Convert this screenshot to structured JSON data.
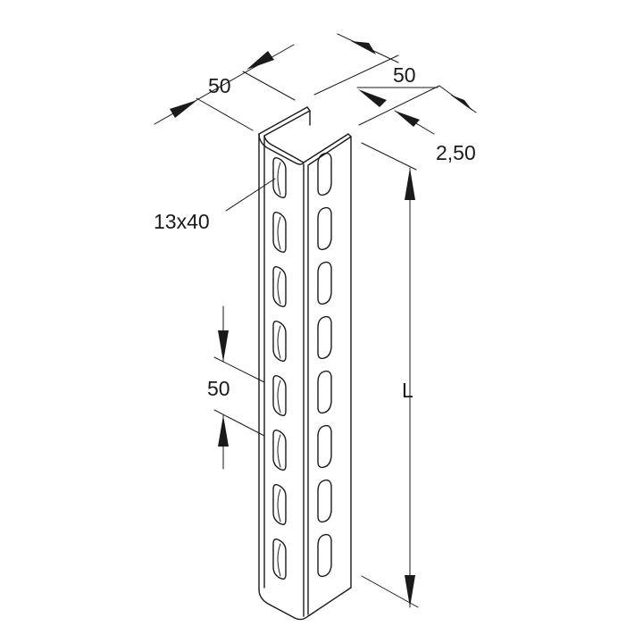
{
  "drawing": {
    "dimensions": {
      "width_left": "50",
      "width_right": "50",
      "thickness": "2,50",
      "slot_size": "13x40",
      "slot_pitch": "50",
      "length": "L"
    },
    "slot_count_per_face": 8
  }
}
